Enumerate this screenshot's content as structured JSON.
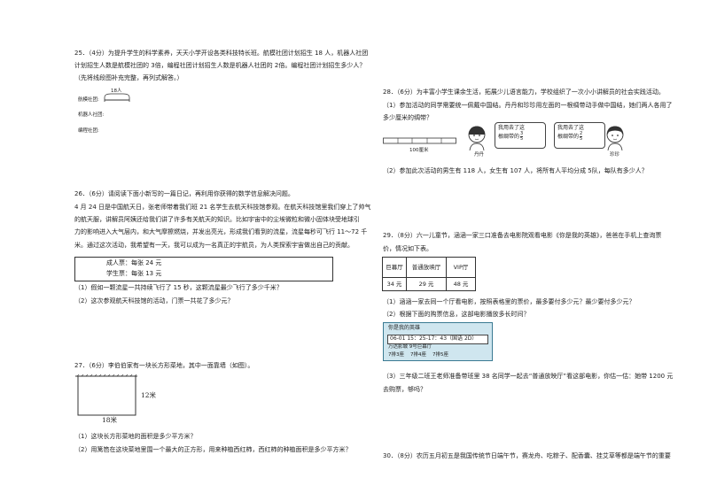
{
  "left": {
    "q25": {
      "line1": "25．（4分）为提升学生的科学素养，天天小学开设各类科技特长班。航模社团计划招生 18 人，机器人社团",
      "line2": "计划招生人数是航模社团的 3倍，编程社团计划招生人数是机器人社团的 2倍。编程社团计划招生多少人？",
      "line3": "（先将线段图补充完整，再列式解答。）",
      "seg_label": "18人",
      "row1": "航模社团:",
      "row2": "机器人社团:",
      "row3": "编程社团:"
    },
    "q26": {
      "line1": "26．（6分）请阅读下面小新写的一篇日记，再利用你获得的数学信息解决问题。",
      "line2": "4 月 24 日是中国航天日，张老师带着我们班 21 名学生去航天科技馆参观。在航天科技馆里我们穿上了帅气",
      "line3": "的航天服，讲解员阿姨还给我们讲了许多有关航天的知识。比如宇宙中的尘埃微粒和微小固体块受地球引",
      "line4": "力的影响进入大气层内，和大气摩擦燃烧，并发出亮光，形成我们看到的流星，流星每秒可飞行 11～72 千",
      "line5": "米。通过这次活动，我希望有一天，我可以成为一名真正的宇航员，为人类探索宇宙做出自己的贡献。",
      "adult": "成人票：每张 24 元",
      "student": "学生票：每张 13 元",
      "sub1": "（1）假如一颗流星一共持续飞行了 15 秒，这颗流星最少飞行了多少千米？",
      "sub2": "（2）这次参观航天科技馆的活动，门票一共花了多少元？"
    },
    "q27": {
      "line1": "27．（6分）李伯伯家有一块长方形菜地，其中一面靠墙（如图）。",
      "width_label": "12米",
      "length_label": "18米",
      "sub1": "（1）这块长方形菜地的面积是多少平方米？",
      "sub2": "（2）用篱笆在这块菜地里围一个最大的正方形，用来种植西红柿，西红柿的种植面积是多少平方米？"
    }
  },
  "right": {
    "q28": {
      "line1": "28．（6分）为丰富小学生课余生活，拓展少儿语言能力，学校组织了一次小小讲解员的社会实践活动。",
      "sub1a": "（1）参加活动的同学需要统一佩戴中国结。丹丹和珍珍用左面的一根绸带动手做中国结，她们两人各用了",
      "sub1b": "多少厘米的绸带？",
      "ribbon_label": "100厘米",
      "bubble1a": "我用去了这",
      "bubble1b": "根绸带的",
      "frac1_num": "3",
      "frac1_den": "5",
      "name1": "丹丹",
      "bubble2a": "我用去了这",
      "bubble2b": "根绸带的",
      "frac2_num": "2",
      "frac2_den": "5",
      "name2": "珍珍",
      "sub2": "（2）参加此次活动的男生有 118 人，女生有 107 人，将所有人平均分成 5队，每队有多少人？"
    },
    "q29": {
      "line1": "29．（8分）六一儿童节，涵涵一家三口准备去电影院观看电影《你是我的英雄》，爸爸在手机上查询票",
      "line2": "价，情况如下表。",
      "headers": [
        "巨幕厅",
        "普通放映厅",
        "VIP厅"
      ],
      "prices": [
        "34 元",
        "29 元",
        "48 元"
      ],
      "sub1": "（1）涵涵一家去同一个厅看电影，按照表格里的票价，最多要付多少元？最少要付多少元？",
      "sub2": "（2）根据下面的购票信息，这部电影播放多长时间？",
      "movie_title": "你是我的英雄",
      "movie_time": "06-01 15：25-17：43（国语 2D）",
      "movie_hall": "万达影城 9号巨幕厅",
      "seats": "7排3座    7排4座    7排5座",
      "sub3a": "（3）三年级二班王老师准备带班里 38 名同学一起去“普通放映厅”看这部电影，你估一估：她带 1200 元",
      "sub3b": "去购票，够吗？"
    },
    "q30": {
      "line1": "30．（8分）农历五月初五是我国传统节日端午节，赛龙舟、吃粽子、配香囊、挂艾草等都是端午节的重要"
    }
  }
}
